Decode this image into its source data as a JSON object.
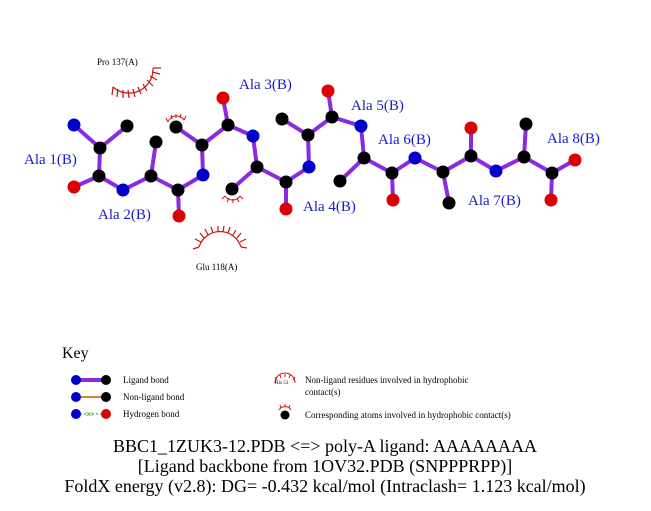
{
  "colors": {
    "ligand_bond": "#8a2be2",
    "nonligand_bond": "#d08a2a",
    "hbond": "#2a9a2a",
    "label": "#1a1acc",
    "hydrophobic": "#cc1111",
    "carbon": "#000000",
    "nitrogen": "#0000cc",
    "oxygen": "#dd0000"
  },
  "residues": [
    {
      "label": "Ala 1(B)"
    },
    {
      "label": "Ala 2(B)"
    },
    {
      "label": "Ala 3(B)"
    },
    {
      "label": "Ala 4(B)"
    },
    {
      "label": "Ala 5(B)"
    },
    {
      "label": "Ala 6(B)"
    },
    {
      "label": "Ala 7(B)"
    },
    {
      "label": "Ala 8(B)"
    }
  ],
  "hydrophobic_contacts": [
    {
      "label": "Pro 137(A)"
    },
    {
      "label": "Glu 118(A)"
    }
  ],
  "key": {
    "title": "Key",
    "ligand_bond": "Ligand bond",
    "nonligand_bond": "Non-ligand bond",
    "hydrogen_bond": "Hydrogen bond",
    "hbond_distance": "3.0",
    "his_example": "His 53",
    "nonligand_residues": "Non-ligand residues involved in hydrophobic",
    "nonligand_residues_2": "contact(s)",
    "corresponding_atoms": "Corresponding atoms involved in hydrophobic contact(s)"
  },
  "caption": {
    "line1": "BBC1_1ZUK3-12.PDB <=> poly-A ligand: AAAAAAAA",
    "line2": "[Ligand backbone from 1OV32.PDB (SNPPPRPP)]",
    "line3": "FoldX energy (v2.8): DG= -0.432 kcal/mol (Intraclash= 1.123 kcal/mol)"
  }
}
